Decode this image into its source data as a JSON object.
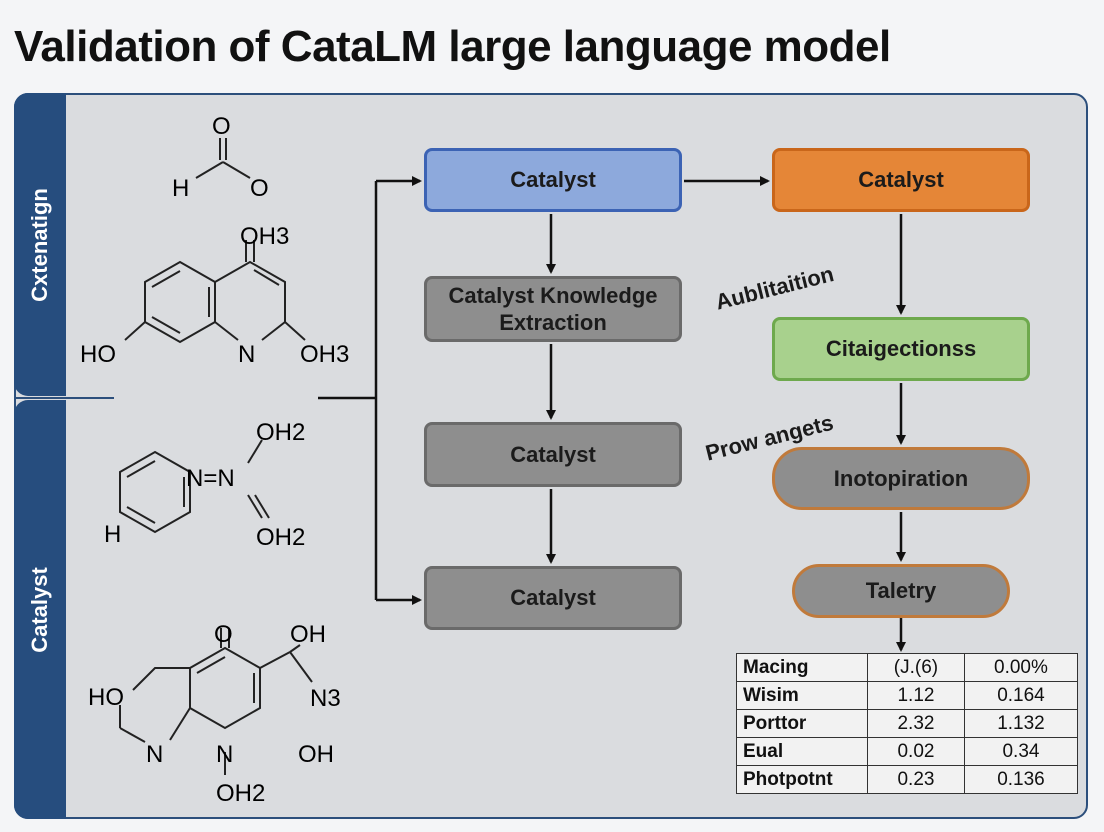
{
  "title": "Validation of CataLM large language model",
  "sidebar": {
    "top_label": "Cxtenatign",
    "bottom_label": "Catalyst"
  },
  "molecules": {
    "m1": {
      "o_top": "O",
      "h": "H",
      "o_right": "O"
    },
    "m2": {
      "oh3_top": "OH3",
      "ho": "HO",
      "n": "N",
      "oh3_right": "OH3"
    },
    "m3": {
      "oh2_top": "OH2",
      "n_eq": "N=N",
      "oh2_bottom": "OH2",
      "h": "H"
    },
    "m4": {
      "o_top": "O",
      "oh_top": "OH",
      "ho": "HO",
      "n3": "N3",
      "n_left": "N",
      "n_right": "N",
      "oh_right": "OH",
      "oh2_bottom": "OH2"
    }
  },
  "flow": {
    "left_col": [
      {
        "label": "Catalyst",
        "style": "blue"
      },
      {
        "label": "Catalyst Knowledge Extraction",
        "style": "gray"
      },
      {
        "label": "Catalyst",
        "style": "gray"
      },
      {
        "label": "Catalyst",
        "style": "gray"
      }
    ],
    "right_col": [
      {
        "label": "Catalyst",
        "style": "orange"
      },
      {
        "label": "Citaigectionss",
        "style": "green"
      },
      {
        "label": "Inotopiration",
        "style": "pill"
      },
      {
        "label": "Taletry",
        "style": "pill"
      }
    ],
    "labels": {
      "aublitaition": "Aublitaition",
      "prowangets": "Prow angets"
    }
  },
  "table": {
    "rows": [
      [
        "Macing",
        "(J.(6)",
        "0.00%"
      ],
      [
        "Wisim",
        "1.12",
        "0.164"
      ],
      [
        "Porttor",
        "2.32",
        "1.132"
      ],
      [
        "Eual",
        "0.02",
        "0.34"
      ],
      [
        "Photpotnt",
        "0.23",
        "0.136"
      ]
    ]
  },
  "colors": {
    "panel_border": "#2c4f7c",
    "sidebar": "#264d7e",
    "blue_box": "#8da9dc",
    "orange_box": "#e58637",
    "green_box": "#a8d18d",
    "gray_box": "#8e8e8e"
  }
}
